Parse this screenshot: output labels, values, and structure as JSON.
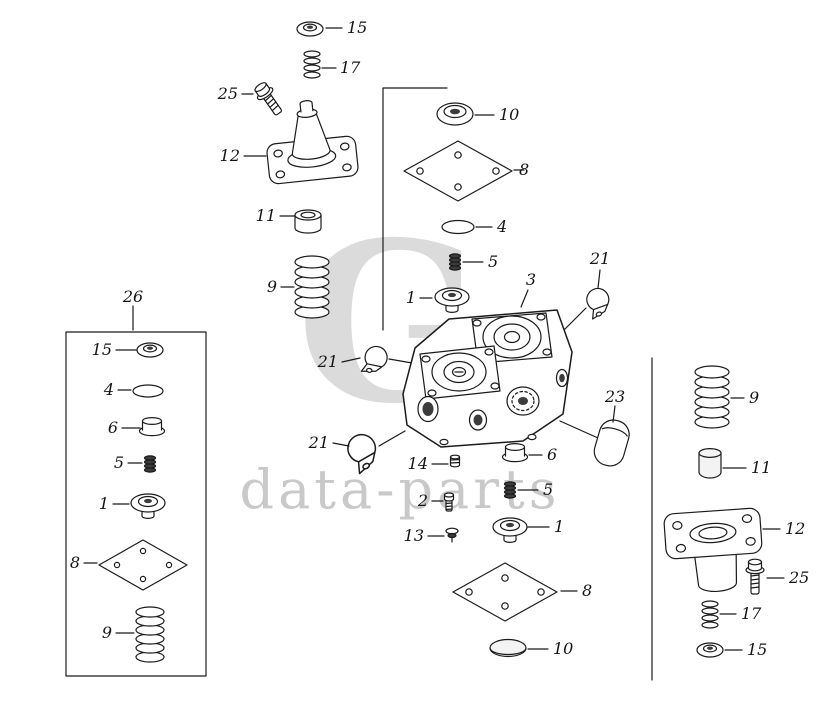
{
  "watermark": {
    "logo": "G",
    "text": "data-parts"
  },
  "colors": {
    "ink": "#1b1b1b",
    "watermark_logo": "#dbdbdb",
    "watermark_text": "#c9c9c9",
    "background": "#ffffff"
  },
  "callouts": {
    "tl15": "15",
    "tl17": "17",
    "tl25": "25",
    "tl12": "12",
    "tl11": "11",
    "tl9": "9",
    "c10": "10",
    "c8": "8",
    "c4": "4",
    "c5": "5",
    "c1": "1",
    "body3": "3",
    "clamp21r": "21",
    "clamp21l": "21",
    "clamp21b": "21",
    "cap23": "23",
    "r9": "9",
    "r11": "11",
    "r12": "12",
    "r25": "25",
    "r17": "17",
    "r15": "15",
    "b14": "14",
    "b6": "6",
    "b2": "2",
    "b5": "5",
    "b13": "13",
    "b1": "1",
    "b8": "8",
    "b10": "10",
    "kit26": "26",
    "k15": "15",
    "k4": "4",
    "k6": "6",
    "k5": "5",
    "k1": "1",
    "k8": "8",
    "k9": "9"
  }
}
